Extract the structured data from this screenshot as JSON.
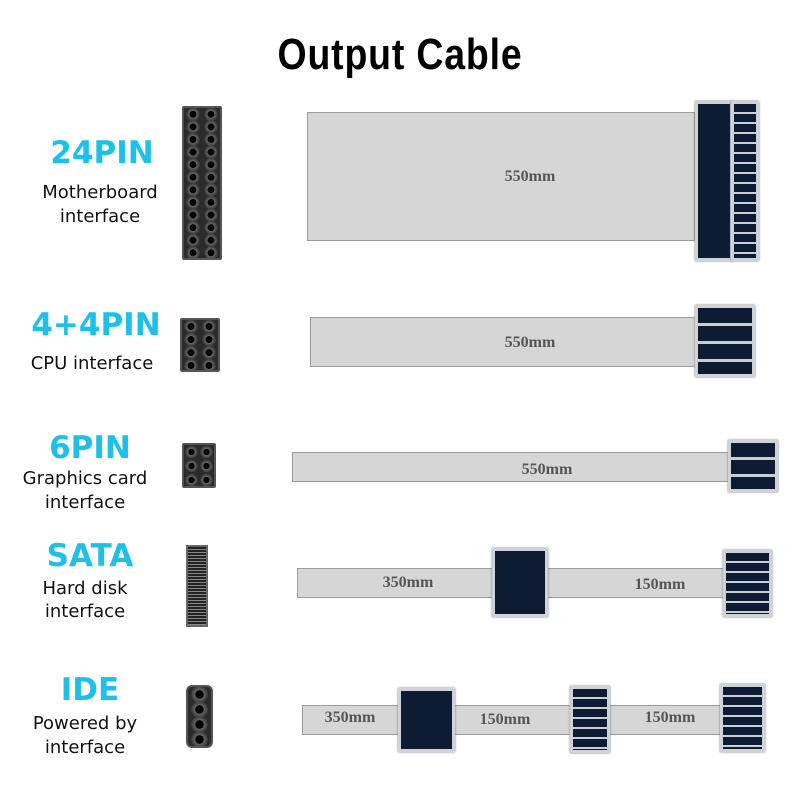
{
  "title": "Output Cable",
  "rows": [
    {
      "name": "24PIN",
      "desc": [
        "Motherboard",
        "interface"
      ],
      "lengths": [
        "550mm"
      ]
    },
    {
      "name": "4+4PIN",
      "desc": [
        "CPU interface"
      ],
      "lengths": [
        "550mm"
      ]
    },
    {
      "name": "6PIN",
      "desc": [
        "Graphics card",
        "interface"
      ],
      "lengths": [
        "550mm"
      ]
    },
    {
      "name": "SATA",
      "desc": [
        "Hard disk",
        "interface"
      ],
      "lengths": [
        "350mm",
        "150mm"
      ]
    },
    {
      "name": "IDE",
      "desc": [
        "Powered by",
        "interface"
      ],
      "lengths": [
        "350mm",
        "150mm",
        "150mm"
      ]
    }
  ],
  "colors": {
    "accent": "#1ec0ea",
    "plug": "#0d1b33",
    "cable": "#d6d6d6"
  }
}
